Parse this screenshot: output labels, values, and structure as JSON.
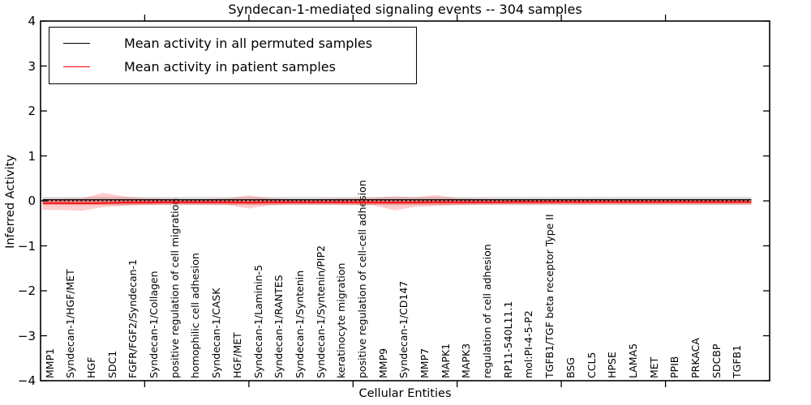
{
  "title": "Syndecan-1-mediated signaling events -- 304 samples",
  "legend": {
    "items": [
      {
        "label": "Mean activity in all permuted samples",
        "color": "#000000"
      },
      {
        "label": "Mean activity in patient samples",
        "color": "#ff0000"
      }
    ]
  },
  "chart_data": {
    "type": "line",
    "title": "Syndecan-1-mediated signaling events -- 304 samples",
    "xlabel": "Cellular Entities",
    "ylabel": "Inferred Activity",
    "ylim": [
      -4,
      4
    ],
    "grid": false,
    "legend_position": "upper left",
    "yticks": [
      {
        "v": 4,
        "label": "4"
      },
      {
        "v": 3,
        "label": "3"
      },
      {
        "v": 2,
        "label": "2"
      },
      {
        "v": 1,
        "label": "1"
      },
      {
        "v": 0,
        "label": "0"
      },
      {
        "v": -1,
        "label": "−1"
      },
      {
        "v": -2,
        "label": "−2"
      },
      {
        "v": -3,
        "label": "−3"
      },
      {
        "v": -4,
        "label": "−4"
      }
    ],
    "xticks_numeric": [
      5,
      10,
      15,
      20,
      25,
      30
    ],
    "categories": [
      "MMP1",
      "Syndecan-1/HGF/MET",
      "HGF",
      "SDC1",
      "FGFR/FGF2/Syndecan-1",
      "Syndecan-1/Collagen",
      "positive regulation of cell migration",
      "homophilic cell adhesion",
      "Syndecan-1/CASK",
      "HGF/MET",
      "Syndecan-1/Laminin-5",
      "Syndecan-1/RANTES",
      "Syndecan-1/Syntenin",
      "Syndecan-1/Syntenin/PIP2",
      "keratinocyte migration",
      "positive regulation of cell-cell adhesion",
      "MMP9",
      "Syndecan-1/CD147",
      "MMP7",
      "MAPK1",
      "MAPK3",
      "regulation of cell adhesion",
      "RP11-540L11.1",
      "mol:PI-4-5-P2",
      "TGFB1/TGF beta receptor Type II",
      "BSG",
      "CCL5",
      "HPSE",
      "LAMA5",
      "MET",
      "PPIB",
      "PRKACA",
      "SDCBP",
      "TGFB1"
    ],
    "series": [
      {
        "name": "Mean activity in all permuted samples",
        "color": "#000000",
        "style": "solid",
        "width": 1.2,
        "values": 0.025
      },
      {
        "name": "baseline",
        "color": "#000000",
        "style": "dotted",
        "width": 1.3,
        "values": 0.0
      },
      {
        "name": "Mean activity in patient samples",
        "color": "#ff0000",
        "style": "solid",
        "width": 1.6,
        "values": [
          -0.05,
          -0.055,
          -0.05,
          -0.04,
          -0.035,
          -0.03,
          -0.03,
          -0.03,
          -0.03,
          -0.04,
          -0.03,
          -0.03,
          -0.03,
          -0.03,
          -0.03,
          -0.035,
          -0.04,
          -0.035,
          -0.03,
          -0.03,
          -0.03,
          -0.03,
          -0.025,
          -0.025,
          -0.025,
          -0.025,
          -0.025,
          -0.025,
          -0.025,
          -0.025,
          -0.025,
          -0.025,
          -0.025,
          -0.025
        ]
      }
    ],
    "bands": [
      {
        "name": "permuted-range",
        "fill": "rgba(128,128,128,0.28)",
        "upper": 0.09,
        "lower": -0.095
      },
      {
        "name": "patient-range-outer",
        "fill": "rgba(255,30,30,0.22)",
        "upper": [
          0.05,
          0.06,
          0.18,
          0.1,
          0.06,
          0.05,
          0.04,
          0.04,
          0.06,
          0.12,
          0.06,
          0.04,
          0.04,
          0.05,
          0.06,
          0.07,
          0.1,
          0.08,
          0.13,
          0.06,
          0.05,
          0.04,
          0.04,
          0.04,
          0.04,
          0.04,
          0.04,
          0.04,
          0.04,
          0.04,
          0.04,
          0.04,
          0.04,
          0.04
        ],
        "lower": [
          -0.2,
          -0.22,
          -0.14,
          -0.11,
          -0.09,
          -0.08,
          -0.08,
          -0.08,
          -0.09,
          -0.17,
          -0.1,
          -0.08,
          -0.08,
          -0.08,
          -0.09,
          -0.1,
          -0.21,
          -0.13,
          -0.11,
          -0.09,
          -0.08,
          -0.07,
          -0.07,
          -0.07,
          -0.06,
          -0.06,
          -0.06,
          -0.06,
          -0.06,
          -0.06,
          -0.06,
          -0.06,
          -0.06,
          -0.06
        ]
      },
      {
        "name": "patient-range-inner",
        "fill": "rgba(255,30,30,0.30)",
        "upper": 0.035,
        "lower": -0.08
      }
    ]
  }
}
